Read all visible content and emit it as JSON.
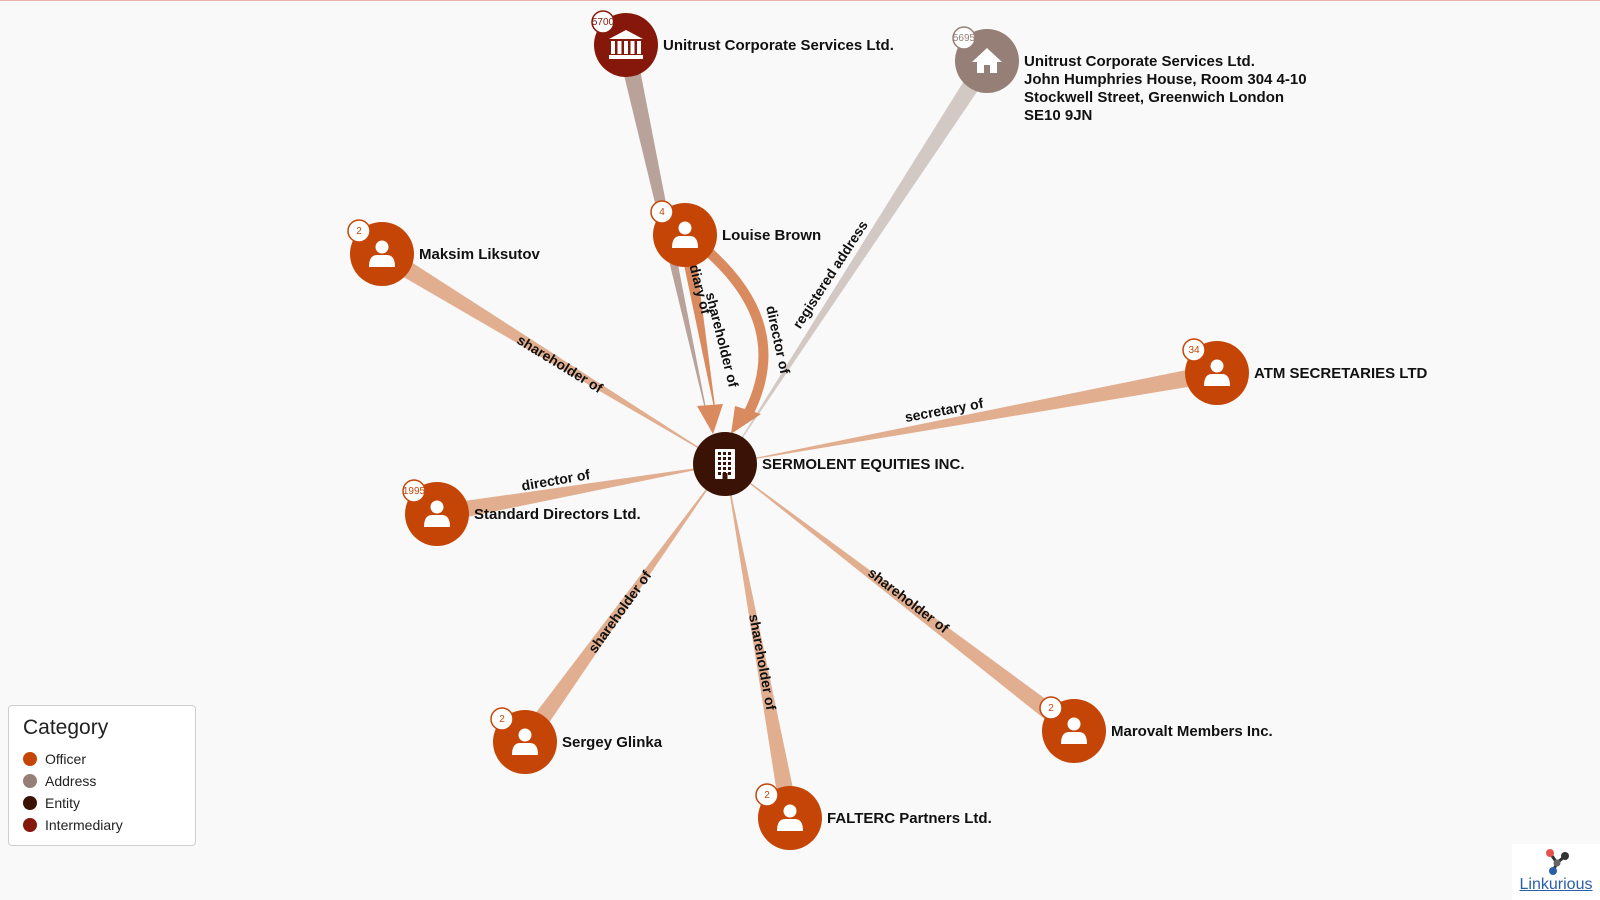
{
  "colors": {
    "officer": "#c54506",
    "address": "#967f76",
    "entity": "#3b1306",
    "intermediary": "#86170b",
    "edge_officer": "#e2ae90",
    "edge_address": "#d2c9c4",
    "edge_intermediary": "#b8a29a",
    "edge_highlight": "#d98a5e"
  },
  "nodes": [
    {
      "id": "sermolent",
      "label": "SERMOLENT EQUITIES INC.",
      "category": "entity",
      "icon": "building-icon",
      "badge": null
    },
    {
      "id": "unitrust_int",
      "label": "Unitrust Corporate Services Ltd.",
      "category": "intermediary",
      "icon": "bank-icon",
      "badge": "5700"
    },
    {
      "id": "unitrust_addr",
      "label": "Unitrust Corporate Services Ltd. John Humphries House, Room 304 4-10 Stockwell Street, Greenwich London SE10 9JN",
      "label_lines": [
        "Unitrust Corporate Services Ltd.",
        "John Humphries House, Room 304 4-10",
        "Stockwell Street, Greenwich London",
        "SE10 9JN"
      ],
      "category": "address",
      "icon": "house-icon",
      "badge": "5695"
    },
    {
      "id": "louise",
      "label": "Louise Brown",
      "category": "officer",
      "icon": "person-icon",
      "badge": "4"
    },
    {
      "id": "maksim",
      "label": "Maksim Liksutov",
      "category": "officer",
      "icon": "person-icon",
      "badge": "2"
    },
    {
      "id": "atm",
      "label": "ATM SECRETARIES LTD",
      "category": "officer",
      "icon": "person-icon",
      "badge": "34"
    },
    {
      "id": "standard",
      "label": "Standard Directors Ltd.",
      "category": "officer",
      "icon": "person-icon",
      "badge": "1995"
    },
    {
      "id": "sergey",
      "label": "Sergey Glinka",
      "category": "officer",
      "icon": "person-icon",
      "badge": "2"
    },
    {
      "id": "falterc",
      "label": "FALTERC Partners Ltd.",
      "category": "officer",
      "icon": "person-icon",
      "badge": "2"
    },
    {
      "id": "marovalt",
      "label": "Marovalt Members Inc.",
      "category": "officer",
      "icon": "person-icon",
      "badge": "2"
    }
  ],
  "edges": [
    {
      "from": "maksim",
      "to": "sermolent",
      "label": "shareholder of"
    },
    {
      "from": "atm",
      "to": "sermolent",
      "label": "secretary of"
    },
    {
      "from": "standard",
      "to": "sermolent",
      "label": "director of"
    },
    {
      "from": "sergey",
      "to": "sermolent",
      "label": "shareholder of"
    },
    {
      "from": "falterc",
      "to": "sermolent",
      "label": "shareholder of"
    },
    {
      "from": "marovalt",
      "to": "sermolent",
      "label": "shareholder of"
    },
    {
      "from": "unitrust_addr",
      "to": "sermolent",
      "label": "registered address"
    },
    {
      "from": "unitrust_int",
      "to": "sermolent",
      "label": "intermediary of"
    },
    {
      "from": "louise",
      "to": "sermolent",
      "label": "shareholder of"
    },
    {
      "from": "louise",
      "to": "sermolent",
      "label": "director of"
    }
  ],
  "legend": {
    "title": "Category",
    "items": [
      {
        "label": "Officer",
        "color": "#c54506"
      },
      {
        "label": "Address",
        "color": "#967f76"
      },
      {
        "label": "Entity",
        "color": "#3b1306"
      },
      {
        "label": "Intermediary",
        "color": "#86170b"
      }
    ]
  },
  "brand": {
    "label": "Linkurious"
  }
}
